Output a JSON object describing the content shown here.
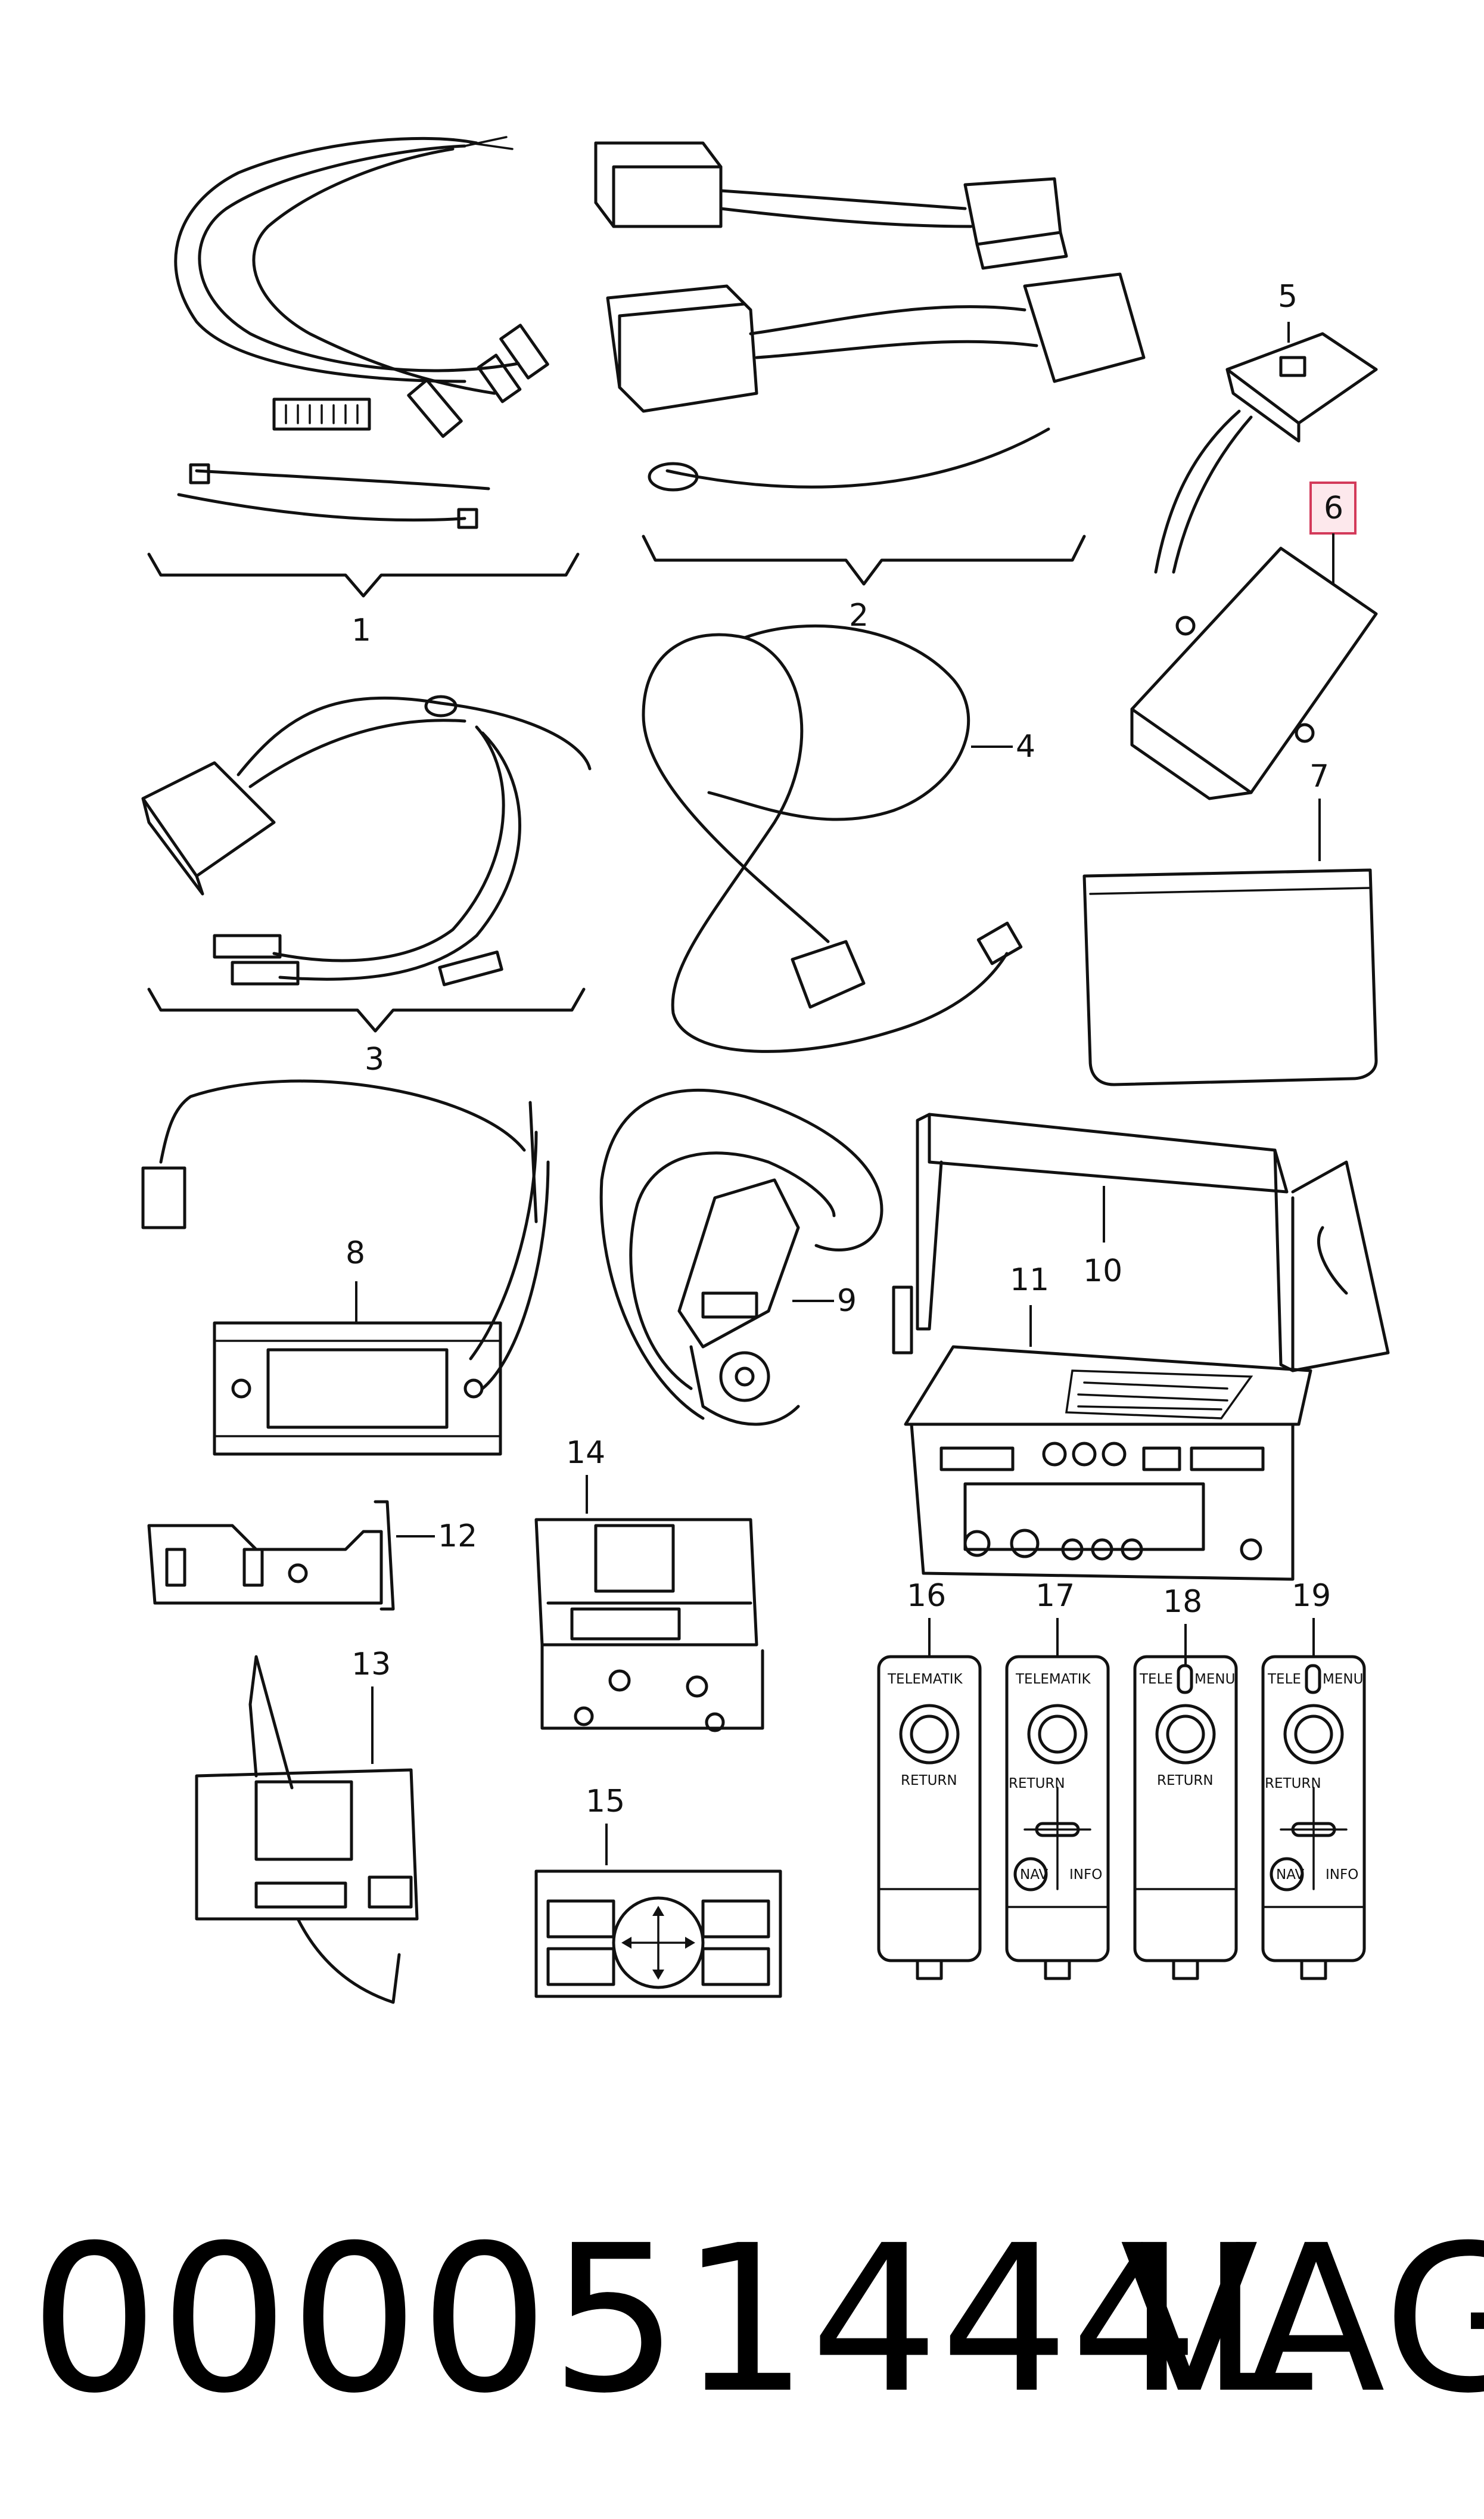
{
  "callouts": {
    "p1": "1",
    "p2": "2",
    "p3": "3",
    "p4": "4",
    "p5": "5",
    "p6": "6",
    "p7": "7",
    "p8": "8",
    "p9": "9",
    "p10": "10",
    "p11": "11",
    "p12": "12",
    "p13": "13",
    "p14": "14",
    "p15": "15",
    "p16": "16",
    "p17": "17",
    "p18": "18",
    "p19": "19"
  },
  "highlighted_part": "6",
  "panels": {
    "telematik": "TELEMATIK",
    "return": "RETURN",
    "tele": "TELE",
    "menu": "MENU",
    "nav": "NAV",
    "info": "INFO"
  },
  "footer": {
    "part_number": "000051444L",
    "brand": "VAG"
  },
  "colors": {
    "line": "#111111",
    "highlight_fill": "#fde8ec",
    "highlight_stroke": "#d33a5a"
  }
}
